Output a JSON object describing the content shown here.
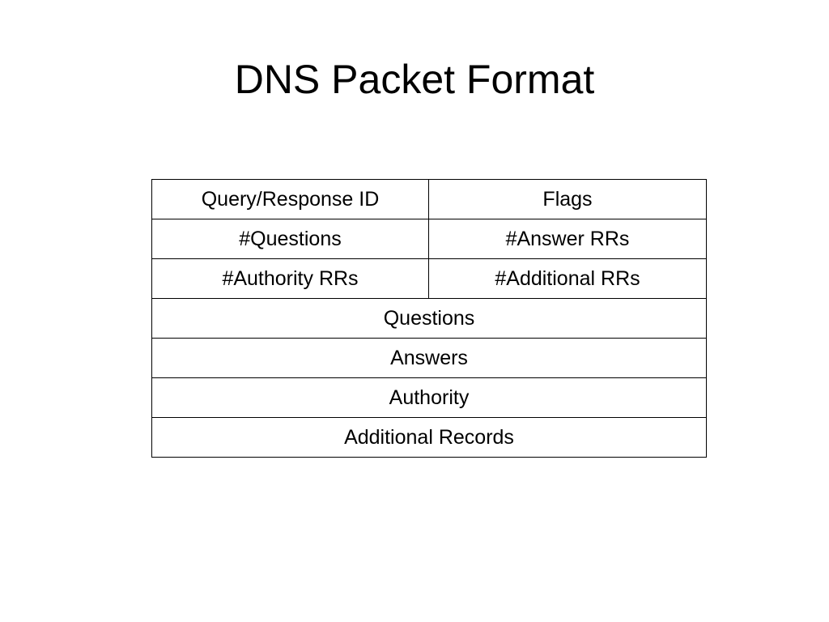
{
  "slide": {
    "title": "DNS Packet Format"
  },
  "packet": {
    "header_rows": [
      [
        "Query/Response ID",
        "Flags"
      ],
      [
        "#Questions",
        "#Answer RRs"
      ],
      [
        "#Authority RRs",
        "#Additional RRs"
      ]
    ],
    "sections": [
      "Questions",
      "Answers",
      "Authority",
      "Additional Records"
    ]
  },
  "colors": {
    "background": "#ffffff",
    "text": "#000000",
    "border": "#000000"
  }
}
